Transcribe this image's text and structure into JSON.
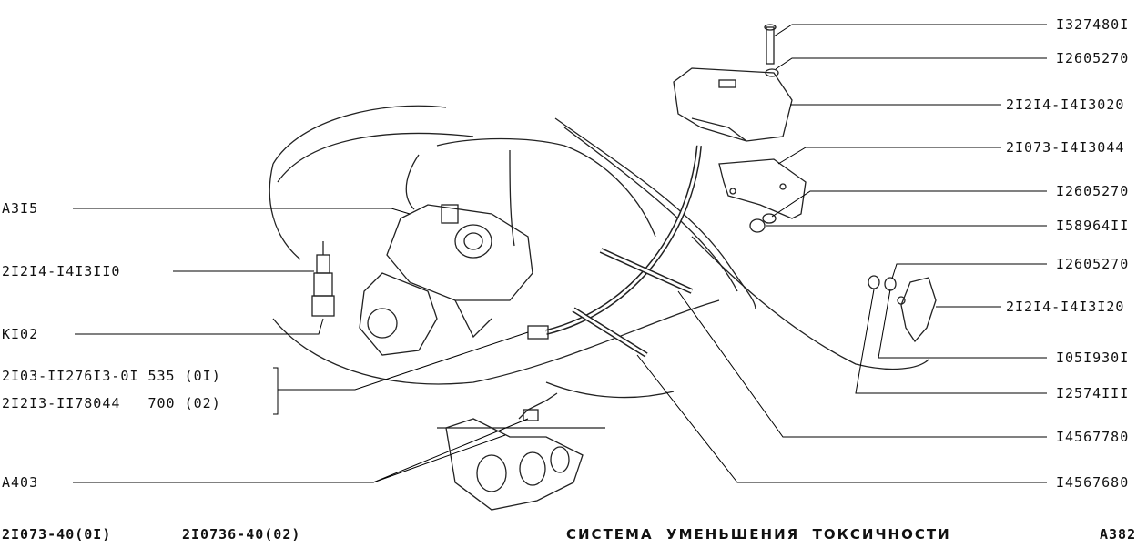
{
  "left_labels": [
    "A3I5",
    "2I2I4-I4I3II0",
    "KI02",
    "2I03-II276I3-0I 535 (0I)",
    "2I2I3-II78044   700 (02)",
    "A403"
  ],
  "right_labels": [
    "I327480I",
    "I2605270",
    "2I2I4-I4I3020",
    "2I073-I4I3044",
    "I2605270",
    "I58964II",
    "I2605270",
    "2I2I4-I4I3I20",
    "I05I930I",
    "I2574III",
    "I4567780",
    "I4567680"
  ],
  "footer": {
    "model_1": "2I073-40(0I)",
    "model_2": "2I0736-40(02)",
    "title": "СИСТЕМА  УМЕНЬШЕНИЯ  ТОКСИЧНОСТИ",
    "page": "A382"
  }
}
